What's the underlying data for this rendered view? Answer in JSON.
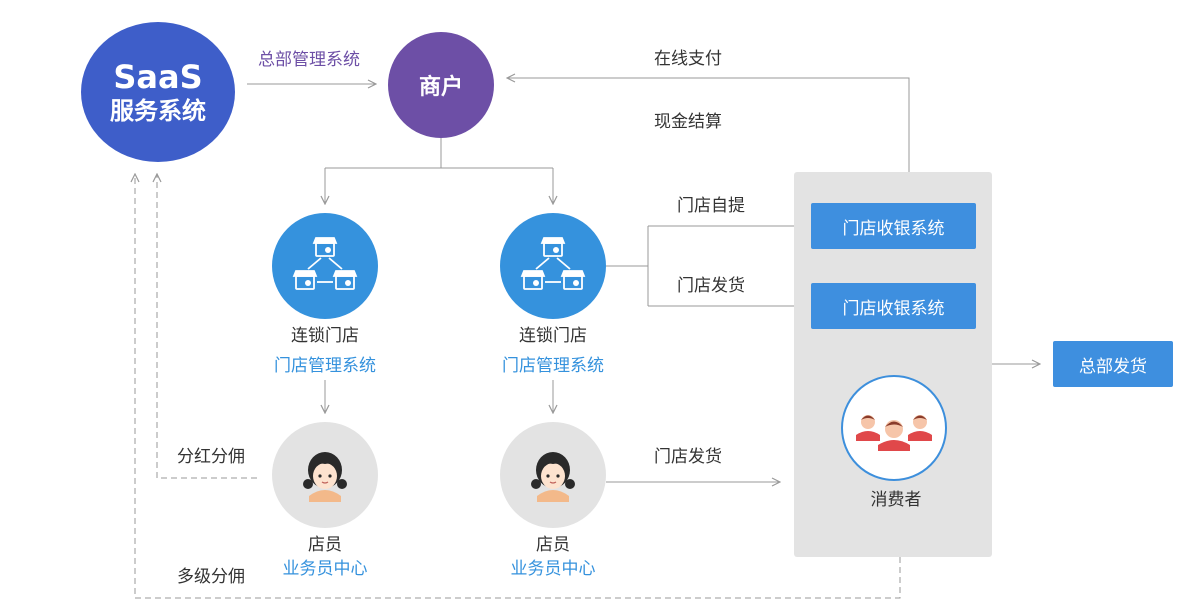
{
  "saas": {
    "line1": "SaaS",
    "line2": "服务系统"
  },
  "merchant": {
    "label": "商户"
  },
  "hq_system_label": "总部管理系统",
  "payment": {
    "online": "在线支付",
    "cash": "现金结算"
  },
  "stores": [
    {
      "name": "连锁门店",
      "system": "门店管理系统"
    },
    {
      "name": "连锁门店",
      "system": "门店管理系统"
    }
  ],
  "staff": [
    {
      "name": "店员",
      "system": "业务员中心"
    },
    {
      "name": "店员",
      "system": "业务员中心"
    }
  ],
  "flows": {
    "self_pickup": "门店自提",
    "store_delivery_1": "门店发货",
    "store_delivery_2": "门店发货",
    "dividend": "分红分佣",
    "multi_level": "多级分佣"
  },
  "cashier_systems": [
    "门店收银系统",
    "门店收银系统"
  ],
  "consumer": {
    "label": "消费者"
  },
  "hq_delivery": "总部发货",
  "colors": {
    "saas": "#3e5ec9",
    "merchant": "#6d4fa6",
    "store": "#3592dd",
    "button": "#3e8fdf",
    "panel": "#e3e3e3",
    "line": "#999999"
  },
  "icons": [
    "store-network-icon",
    "female-staff-icon",
    "consumer-group-icon",
    "arrow-icon"
  ]
}
